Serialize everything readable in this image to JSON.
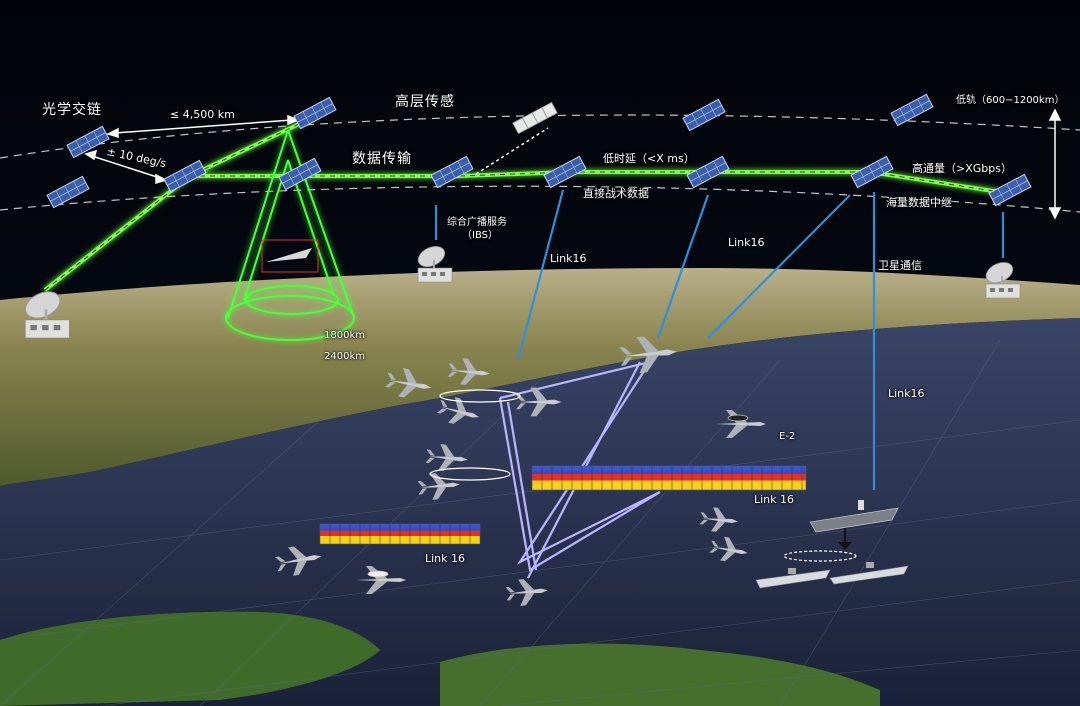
{
  "labels": {
    "optical_crosslink": "光学交链",
    "distance_link": "≤ 4,500 km",
    "angle": "± 10 deg/s",
    "high_layer_sensing": "高层传感",
    "data_transmission": "数据传输",
    "low_latency": "低时延（<X ms）",
    "direct_tactical_data": "直接战术数据",
    "low_orbit": "低轨（600−1200km）",
    "high_throughput": "高通量（>XGbps）",
    "massive_data_relay": "海量数据中继",
    "ibs_line1": "综合广播服务",
    "ibs_line2": "（IBS）",
    "link16_a": "Link16",
    "link16_b": "Link16",
    "satcom": "卫星通信",
    "link16_c": "Link16",
    "range_1800": "1800km",
    "range_2400": "2400km",
    "e2": "E-2",
    "link16_d": "Link 16",
    "link16_e": "Link 16"
  },
  "colors": {
    "link_green": "#7cff4a",
    "cone_green": "#4cff3a",
    "downlink_blue": "#2f8fd8",
    "tactical_violet": "#b9b6ff",
    "satellite_blue": "#3a5ea8",
    "sea": "#2b3550",
    "land": "#7d7a45"
  },
  "icons": [
    "satellite-icon",
    "ground-station-icon",
    "fighter-jet-icon",
    "awacs-aircraft-icon",
    "carrier-ship-icon",
    "destroyer-ship-icon"
  ]
}
